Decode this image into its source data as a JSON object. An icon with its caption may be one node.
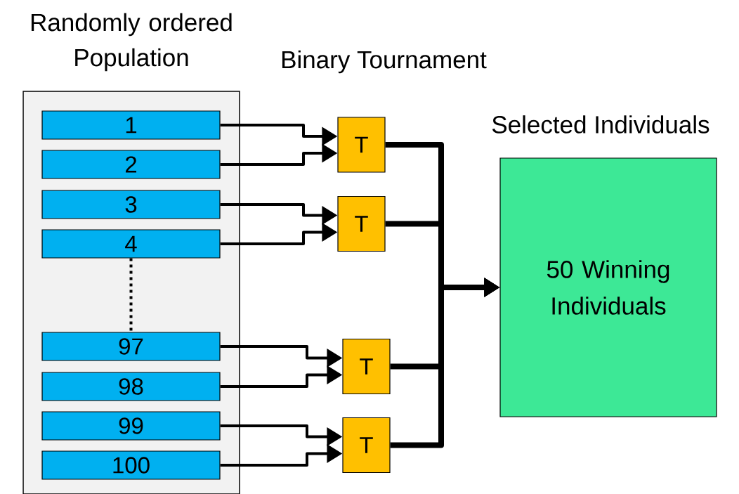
{
  "diagram": {
    "nodes": [
      {
        "text": [
          "Randomly ordered Population"
        ]
      },
      {
        "text": [
          "1"
        ],
        "in": 0
      },
      {
        "text": [
          "2"
        ],
        "in": 0
      },
      {
        "text": [
          "3"
        ],
        "in": 0
      },
      {
        "text": [
          "4"
        ],
        "in": 0
      },
      {
        "text": [
          "97"
        ],
        "in": 0
      },
      {
        "text": [
          "98"
        ],
        "in": 0
      },
      {
        "text": [
          "99"
        ],
        "in": 0
      },
      {
        "text": [
          "100"
        ],
        "in": 0
      },
      {
        "text": [
          "T"
        ]
      },
      {
        "text": [
          "T"
        ]
      },
      {
        "text": [
          "T"
        ]
      },
      {
        "text": [
          "T"
        ]
      },
      {
        "text": [
          "Selected Individuals",
          "50 Winning Individuals"
        ]
      }
    ],
    "edges": [
      {
        "from": 4,
        "to": 5,
        "arrow": "none",
        "style": "dashed"
      },
      {
        "from": 1,
        "to": 9,
        "arrow": "to"
      },
      {
        "from": 2,
        "to": 9,
        "arrow": "to"
      },
      {
        "from": 3,
        "to": 10,
        "arrow": "to"
      },
      {
        "from": 4,
        "to": 10,
        "arrow": "to"
      },
      {
        "from": 5,
        "to": 11,
        "arrow": "to"
      },
      {
        "from": 6,
        "to": 11,
        "arrow": "to"
      },
      {
        "from": 7,
        "to": 12,
        "arrow": "to"
      },
      {
        "from": 8,
        "to": 12,
        "arrow": "to"
      },
      {
        "from": 9,
        "to": 13,
        "arrow": "to",
        "style": "thick"
      },
      {
        "from": 10,
        "to": 13,
        "arrow": "to",
        "style": "thick"
      },
      {
        "from": 11,
        "to": 13,
        "arrow": "to",
        "style": "thick"
      },
      {
        "from": 12,
        "to": 13,
        "arrow": "to",
        "style": "thick"
      }
    ],
    "labels": [
      "Binary Tournament"
    ]
  }
}
